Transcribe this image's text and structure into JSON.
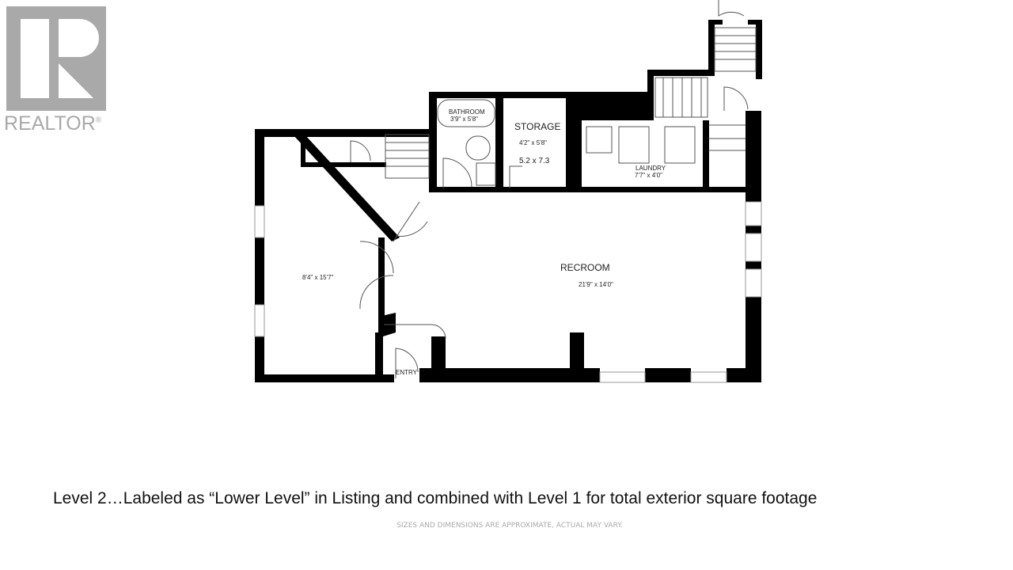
{
  "logo": {
    "text": "REALTOR",
    "mark": "®"
  },
  "rooms": {
    "bathroom": {
      "name": "BATHROOM",
      "dims": "3'9\" x 5'8\""
    },
    "storage": {
      "name": "STORAGE",
      "dims": "4'2\" x 5'8\"",
      "note": "5.2 x 7.3"
    },
    "laundry": {
      "name": "LAUNDRY",
      "dims": "7'7\" x 4'0\""
    },
    "bedroom": {
      "dims": "8'4\" x 15'7\""
    },
    "recroom": {
      "name": "RECROOM",
      "dims": "21'9\" x 14'0\""
    },
    "entry": {
      "name": "ENTRY"
    }
  },
  "caption": "Level 2…Labeled as “Lower Level” in Listing and combined with Level 1 for total exterior square footage",
  "disclaimer": "SIZES AND DIMENSIONS ARE APPROXIMATE, ACTUAL MAY VARY."
}
